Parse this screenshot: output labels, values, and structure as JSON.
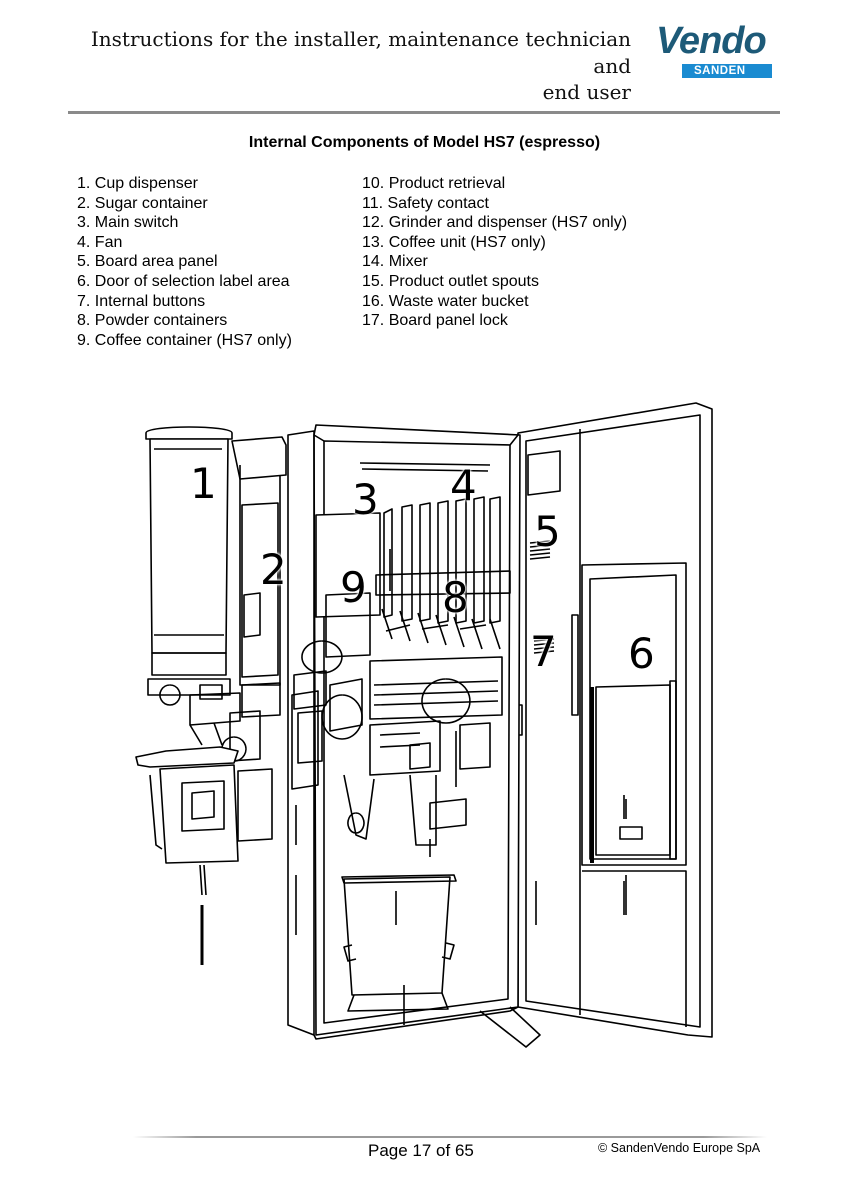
{
  "header": {
    "lines": [
      "Instructions for the installer, maintenance technician",
      "and",
      "end user"
    ],
    "logo_word": "Vendo",
    "logo_sub": "SANDEN"
  },
  "title": "Internal Components of Model HS7 (espresso)",
  "components_left": [
    "1. Cup dispenser",
    "2. Sugar container",
    "3. Main switch",
    "4. Fan",
    "5. Board area panel",
    "6. Door of selection label area",
    "7. Internal buttons",
    "8. Powder containers",
    "9. Coffee container (HS7 only)"
  ],
  "components_right": [
    "10. Product retrieval",
    "11. Safety contact",
    "12. Grinder and dispenser (HS7 only)",
    "13. Coffee unit (HS7 only)",
    "14. Mixer",
    "15. Product outlet spouts",
    "16. Waste water bucket",
    "17. Board panel lock"
  ],
  "callouts": [
    "1",
    "2",
    "3",
    "4",
    "5",
    "6",
    "7",
    "8",
    "9"
  ],
  "footer": {
    "page": "Page 17 of 65",
    "copyright": "© SandenVendo Europe SpA"
  },
  "colors": {
    "logo_text": "#1d5a78",
    "logo_bar": "#1a8bd1",
    "rule": "#8a8a8a"
  }
}
